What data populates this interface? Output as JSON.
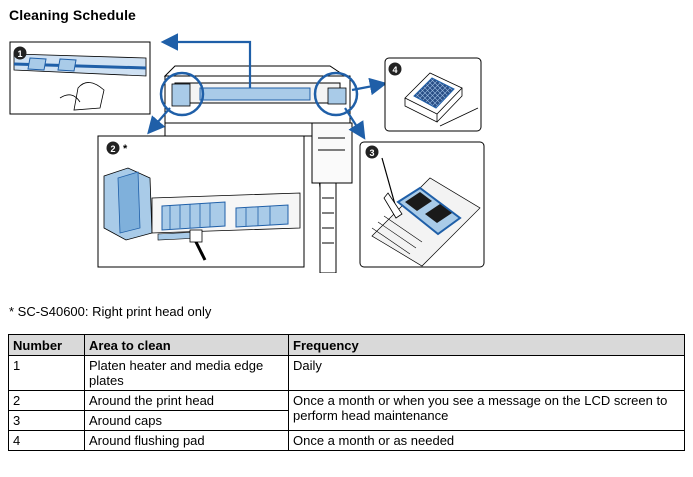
{
  "title": "Cleaning Schedule",
  "figure": {
    "callouts": [
      "1",
      "2",
      "3",
      "4"
    ],
    "asterisk": "*"
  },
  "note": "* SC-S40600: Right print head only",
  "table": {
    "headers": [
      "Number",
      "Area to clean",
      "Frequency"
    ],
    "rows": [
      {
        "number": "1",
        "area": "Platen heater and media edge plates",
        "frequency": "Daily"
      },
      {
        "number": "2",
        "area": "Around the print head",
        "frequency": "Once a month or when you see a message on the LCD screen to perform head maintenance"
      },
      {
        "number": "3",
        "area": "Around caps",
        "frequency": ""
      },
      {
        "number": "4",
        "area": "Around flushing pad",
        "frequency": "Once a month or as needed"
      }
    ]
  },
  "colors": {
    "accent_blue": "#1f5fa8",
    "part_fill": "#a9cbe8"
  }
}
